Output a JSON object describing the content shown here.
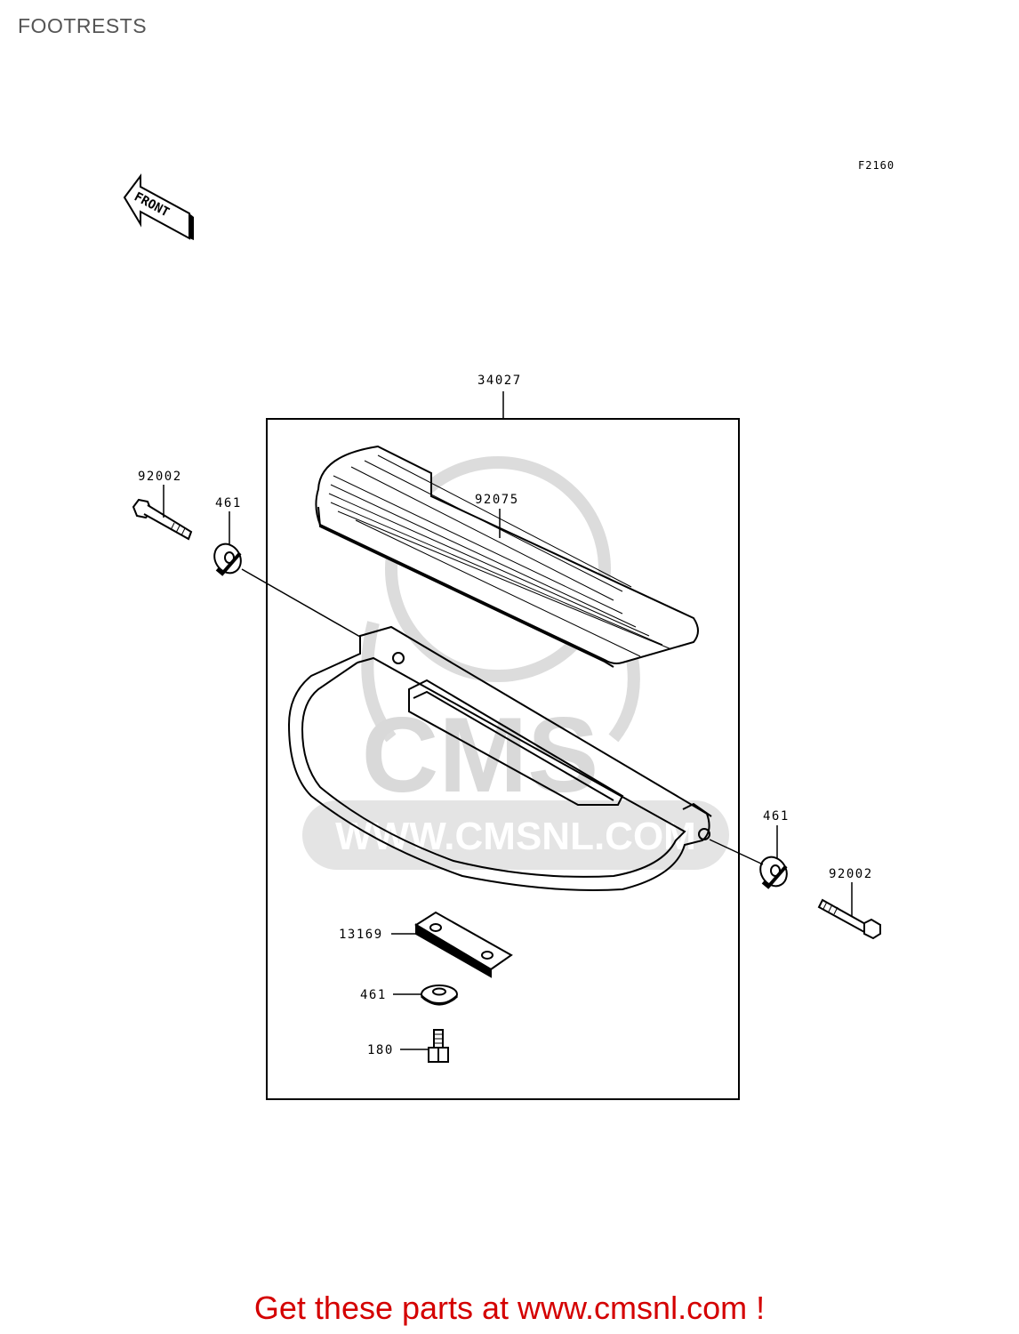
{
  "page": {
    "title": "FOOTRESTS",
    "figure_code": "F2160"
  },
  "diagram": {
    "front_arrow_label": "FRONT",
    "watermark": {
      "logo": "CMS",
      "url": "WWW.CMSNL.COM"
    },
    "parts": [
      {
        "id": "assembly",
        "number": "34027"
      },
      {
        "id": "footboard-mat",
        "number": "92075"
      },
      {
        "id": "bolt-left",
        "number": "92002"
      },
      {
        "id": "washer-left",
        "number": "461"
      },
      {
        "id": "washer-right",
        "number": "461"
      },
      {
        "id": "bolt-right",
        "number": "92002"
      },
      {
        "id": "plate",
        "number": "13169"
      },
      {
        "id": "washer-small",
        "number": "461"
      },
      {
        "id": "stud",
        "number": "180"
      }
    ]
  },
  "footer": {
    "link_text": "Get these parts at www.cmsnl.com !",
    "color": "#d40000"
  }
}
